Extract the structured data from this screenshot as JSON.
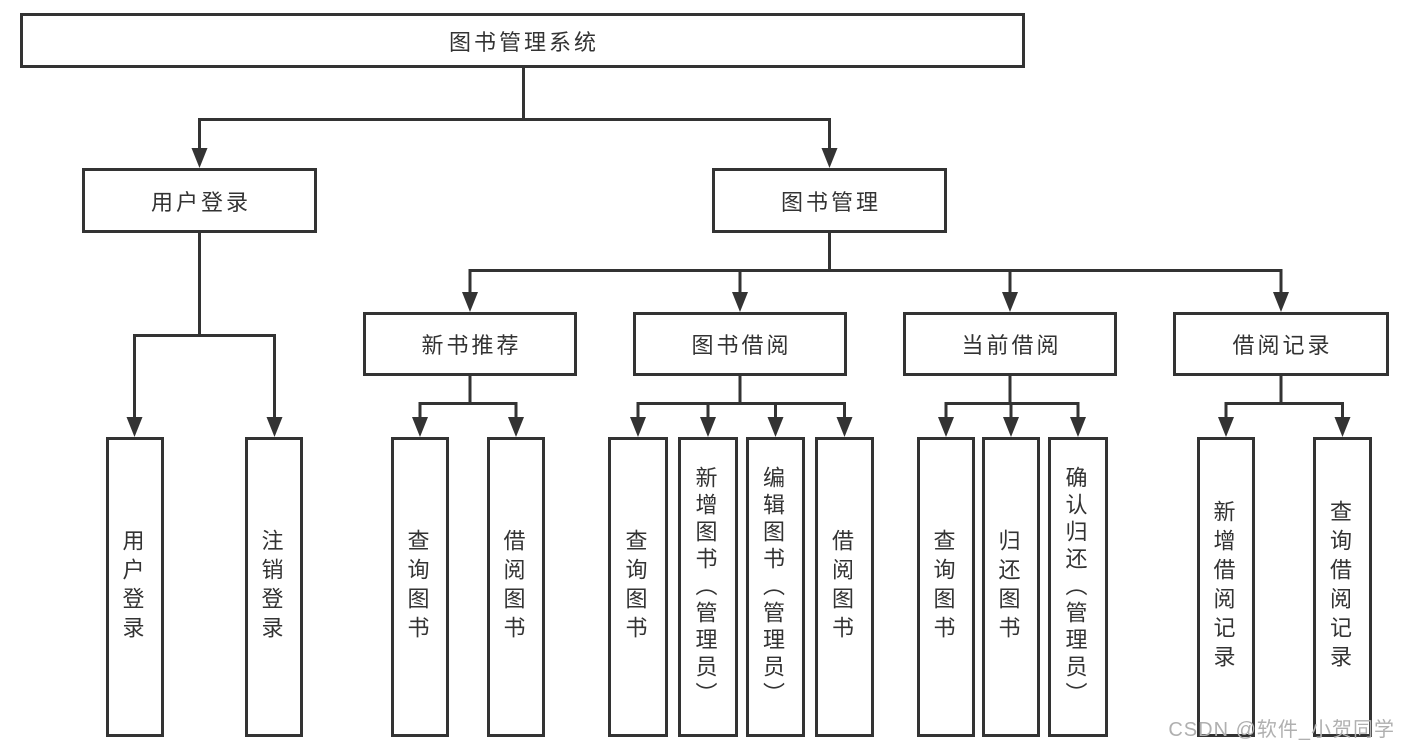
{
  "diagram": {
    "root": {
      "label": "图书管理系统"
    },
    "children": [
      {
        "label": "用户登录",
        "children": [
          {
            "label": "用户登录"
          },
          {
            "label": "注销登录"
          }
        ]
      },
      {
        "label": "图书管理",
        "children": [
          {
            "label": "新书推荐",
            "children": [
              {
                "label": "查询图书"
              },
              {
                "label": "借阅图书"
              }
            ]
          },
          {
            "label": "图书借阅",
            "children": [
              {
                "label": "查询图书"
              },
              {
                "label": "新增图书（管理员）"
              },
              {
                "label": "编辑图书（管理员）"
              },
              {
                "label": "借阅图书"
              }
            ]
          },
          {
            "label": "当前借阅",
            "children": [
              {
                "label": "查询图书"
              },
              {
                "label": "归还图书"
              },
              {
                "label": "确认归还（管理员）"
              }
            ]
          },
          {
            "label": "借阅记录",
            "children": [
              {
                "label": "新增借阅记录"
              },
              {
                "label": "查询借阅记录"
              }
            ]
          }
        ]
      }
    ]
  },
  "watermark": {
    "text": "CSDN @软件_小贺同学"
  },
  "colors": {
    "line": "#333333",
    "text": "#333333",
    "watermark": "#b0b0b0",
    "background": "#ffffff"
  }
}
